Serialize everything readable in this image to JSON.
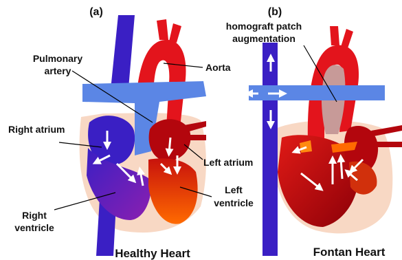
{
  "panels": {
    "a": {
      "panel_label": "(a)",
      "caption": "Healthy Heart",
      "labels": {
        "pulmonary_artery_line1": "Pulmonary",
        "pulmonary_artery_line2": "artery",
        "aorta": "Aorta",
        "right_atrium": "Right atrium",
        "left_atrium": "Left atrium",
        "left_ventricle_line1": "Left",
        "left_ventricle_line2": "ventricle",
        "right_ventricle_line1": "Right",
        "right_ventricle_line2": "ventricle"
      }
    },
    "b": {
      "panel_label": "(b)",
      "caption": "Fontan Heart",
      "labels": {
        "homograft_line1": "homograft patch",
        "homograft_line2": "augmentation"
      }
    }
  },
  "colors": {
    "venous_blue": "#3a1fc4",
    "pulmonary_blue": "#5b86e5",
    "aorta_red": "#e3141c",
    "dark_red": "#b3060d",
    "orange": "#ff6a00",
    "pericardium": "#f8d8c4",
    "purple": "#7a1fb8",
    "patch": "#c79a98"
  }
}
